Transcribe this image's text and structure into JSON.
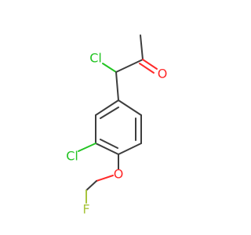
{
  "colors": {
    "carbon_bond": "#3d3d3d",
    "oxygen": "#ff2a2a",
    "chlorine": "#23c423",
    "fluorine": "#a8c43c"
  },
  "atoms": {
    "cl_top": "Cl",
    "o_carbonyl": "O",
    "cl_ring": "Cl",
    "o_ether": "O",
    "f": "F"
  }
}
